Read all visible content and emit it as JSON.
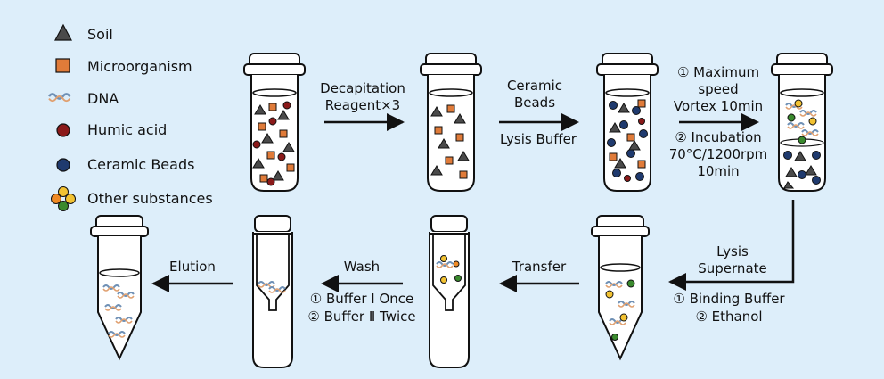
{
  "colors": {
    "background": "#ddeefa",
    "soil": "#4a4a4a",
    "microorganism": "#e07b39",
    "humic": "#8b1a1a",
    "beads": "#1f3a6e",
    "other_yellow": "#f2c232",
    "other_green": "#3a8a2e",
    "other_orange": "#f08a24",
    "dna": "#6f90b5"
  },
  "legend": {
    "items": [
      {
        "icon": "triangle-icon",
        "label": "Soil"
      },
      {
        "icon": "square-icon",
        "label": "Microorganism"
      },
      {
        "icon": "dna-icon",
        "label": "DNA"
      },
      {
        "icon": "humic-acid-icon",
        "label": "Humic acid"
      },
      {
        "icon": "ceramic-bead-icon",
        "label": "Ceramic Beads"
      },
      {
        "icon": "other-substances-icon",
        "label": "Other substances"
      }
    ]
  },
  "steps": {
    "decap": {
      "line1": "Decapitation",
      "line2": "Reagent×3"
    },
    "beads": {
      "line1": "Ceramic",
      "line2": "Beads",
      "line3": "Lysis Buffer"
    },
    "vortex": {
      "line1": "① Maximum",
      "line2": "speed",
      "line3": "Vortex 10min",
      "line4": "② Incubation",
      "line5": "70°C/1200rpm",
      "line6": "10min"
    },
    "lysis": {
      "line1": "Lysis",
      "line2": "Supernate",
      "line3": "① Binding Buffer",
      "line4": "② Ethanol"
    },
    "transfer": {
      "line1": "Transfer"
    },
    "wash": {
      "line1": "Wash",
      "line2": "① Buffer Ⅰ Once",
      "line3": "② Buffer Ⅱ Twice"
    },
    "elution": {
      "line1": "Elution"
    }
  }
}
